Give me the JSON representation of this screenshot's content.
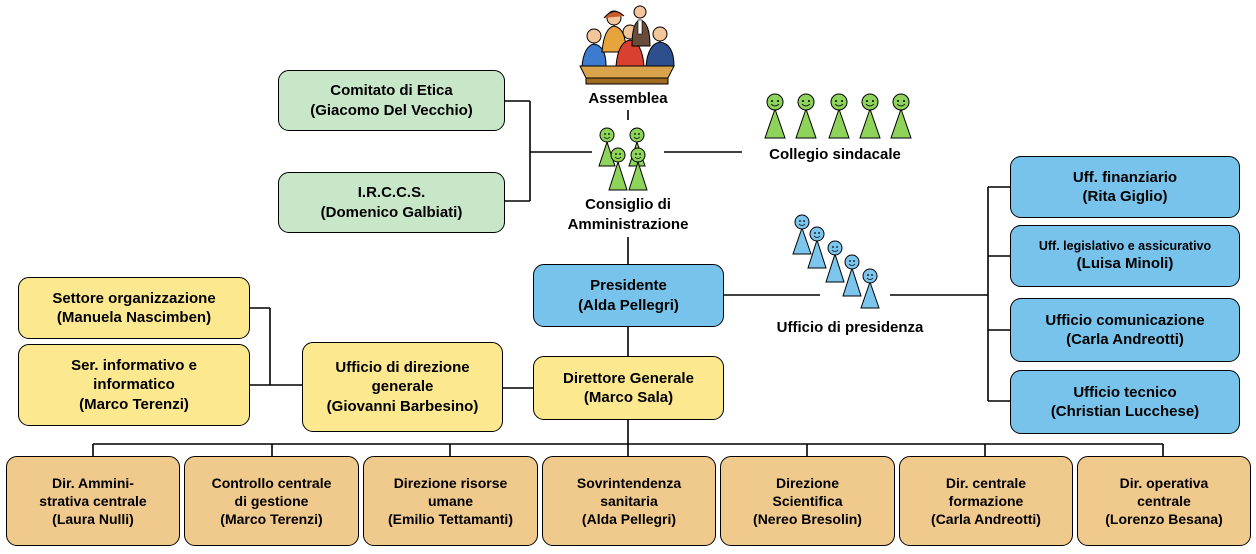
{
  "assemblea": {
    "label": "Assemblea"
  },
  "consiglio": {
    "line1": "Consiglio di",
    "line2": "Amministrazione"
  },
  "collegio": {
    "label": "Collegio sindacale"
  },
  "ufficio_presidenza": {
    "label": "Ufficio di presidenza"
  },
  "comitato_etica": {
    "title": "Comitato di Etica",
    "person": "(Giacomo Del Vecchio)"
  },
  "irccs": {
    "title": "I.R.C.C.S.",
    "person": "(Domenico  Galbiati)"
  },
  "presidente": {
    "title": "Presidente",
    "person": "(Alda Pellegri)"
  },
  "direttore": {
    "title": "Direttore Generale",
    "person": "(Marco Sala)"
  },
  "ufficio_direzione": {
    "line1": "Ufficio di direzione",
    "line2": "generale",
    "person": "(Giovanni Barbesino)"
  },
  "settore_org": {
    "title": "Settore organizzazione",
    "person": "(Manuela Nascimben)"
  },
  "ser_informativo": {
    "line1": "Ser. informativo e",
    "line2": "informatico",
    "person": "(Marco Terenzi)"
  },
  "presidency_offices": [
    {
      "title": "Uff. finanziario",
      "person": "(Rita Giglio)"
    },
    {
      "title": "Uff. legislativo e assicurativo",
      "person": "(Luisa Minoli)"
    },
    {
      "title": "Ufficio comunicazione",
      "person": "(Carla Andreotti)"
    },
    {
      "title": "Ufficio tecnico",
      "person": "(Christian Lucchese)"
    }
  ],
  "directorates": [
    {
      "line1": "Dir. Ammini-",
      "line2": "strativa centrale",
      "person": "(Laura Nulli)"
    },
    {
      "line1": "Controllo centrale",
      "line2": "di gestione",
      "person": "(Marco Terenzi)"
    },
    {
      "line1": "Direzione  risorse",
      "line2": "umane",
      "person": "(Emilio Tettamanti)"
    },
    {
      "line1": "Sovrintendenza",
      "line2": "sanitaria",
      "person": "(Alda Pellegri)"
    },
    {
      "line1": "Direzione",
      "line2": "Scientifica",
      "person": "(Nereo Bresolin)"
    },
    {
      "line1": "Dir. centrale",
      "line2": "formazione",
      "person": "(Carla Andreotti)"
    },
    {
      "line1": "Dir. operativa",
      "line2": "centrale",
      "person": "(Lorenzo  Besana)"
    }
  ],
  "colors": {
    "green_box": "#c8e6c8",
    "blue_box": "#78c3eb",
    "yellow_box": "#fbe88f",
    "orange_box": "#f0c98d",
    "green_figure": "#8fd45a",
    "blue_figure": "#7cc6ee"
  },
  "icons": [
    "meeting-group-icon",
    "board-members-icon",
    "auditors-icon",
    "presidency-staff-icon"
  ]
}
